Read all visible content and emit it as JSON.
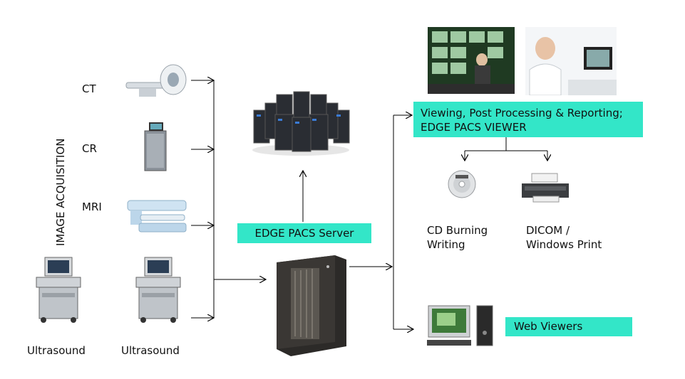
{
  "side_label": "IMAGE ACQUISITION",
  "modalities": {
    "ct": "CT",
    "cr": "CR",
    "mri": "MRI",
    "ultrasound_1": "Ultrasound",
    "ultrasound_2": "Ultrasound"
  },
  "server_box": "EDGE PACS Server",
  "viewer_box": {
    "line1": "Viewing, Post Processing & Reporting;",
    "line2": "EDGE PACS VIEWER"
  },
  "outputs": {
    "cd_line1": "CD Burning",
    "cd_line2": "Writing",
    "print_line1": "DICOM /",
    "print_line2": "Windows Print"
  },
  "web_box": "Web Viewers",
  "colors": {
    "box_fill": "#33e6c8",
    "line": "#000000"
  }
}
